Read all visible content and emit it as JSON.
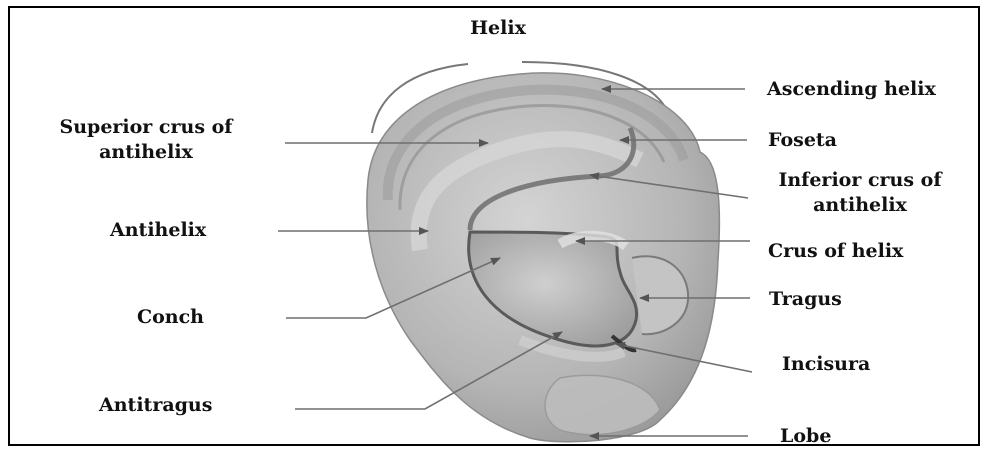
{
  "diagram": {
    "title": "Helix",
    "labels": {
      "superior_crus": [
        "Superior crus of",
        "antihelix"
      ],
      "antihelix": "Antihelix",
      "conch": "Conch",
      "antitragus": "Antitragus",
      "ascending_helix": "Ascending helix",
      "foseta": "Foseta",
      "inferior_crus": [
        "Inferior crus of",
        "antihelix"
      ],
      "crus_of_helix": "Crus of helix",
      "tragus": "Tragus",
      "incisura": "Incisura",
      "lobe": "Lobe"
    },
    "colors": {
      "border": "#000000",
      "leader_line": "#6f6f6f",
      "ear_skin": "#b3b3b3",
      "ear_shadow": "#6a6a6a"
    }
  }
}
